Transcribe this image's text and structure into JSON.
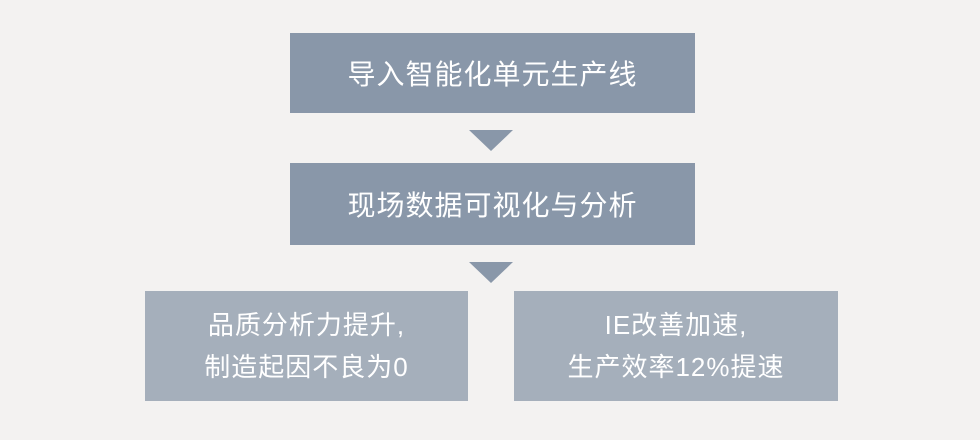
{
  "colors": {
    "canvas_bg": "#f3f2f1",
    "primary_box": "#8997a9",
    "secondary_box": "#a5afbb",
    "text": "#ffffff"
  },
  "flow": {
    "step1": {
      "label": "导入智能化单元生产线"
    },
    "step2": {
      "label": "现场数据可视化与分析"
    },
    "outcome_left": {
      "line1": "品质分析力提升,",
      "line2": "制造起因不良为0"
    },
    "outcome_right": {
      "line1": "IE改善加速,",
      "line2": "生产效率12%提速"
    }
  }
}
